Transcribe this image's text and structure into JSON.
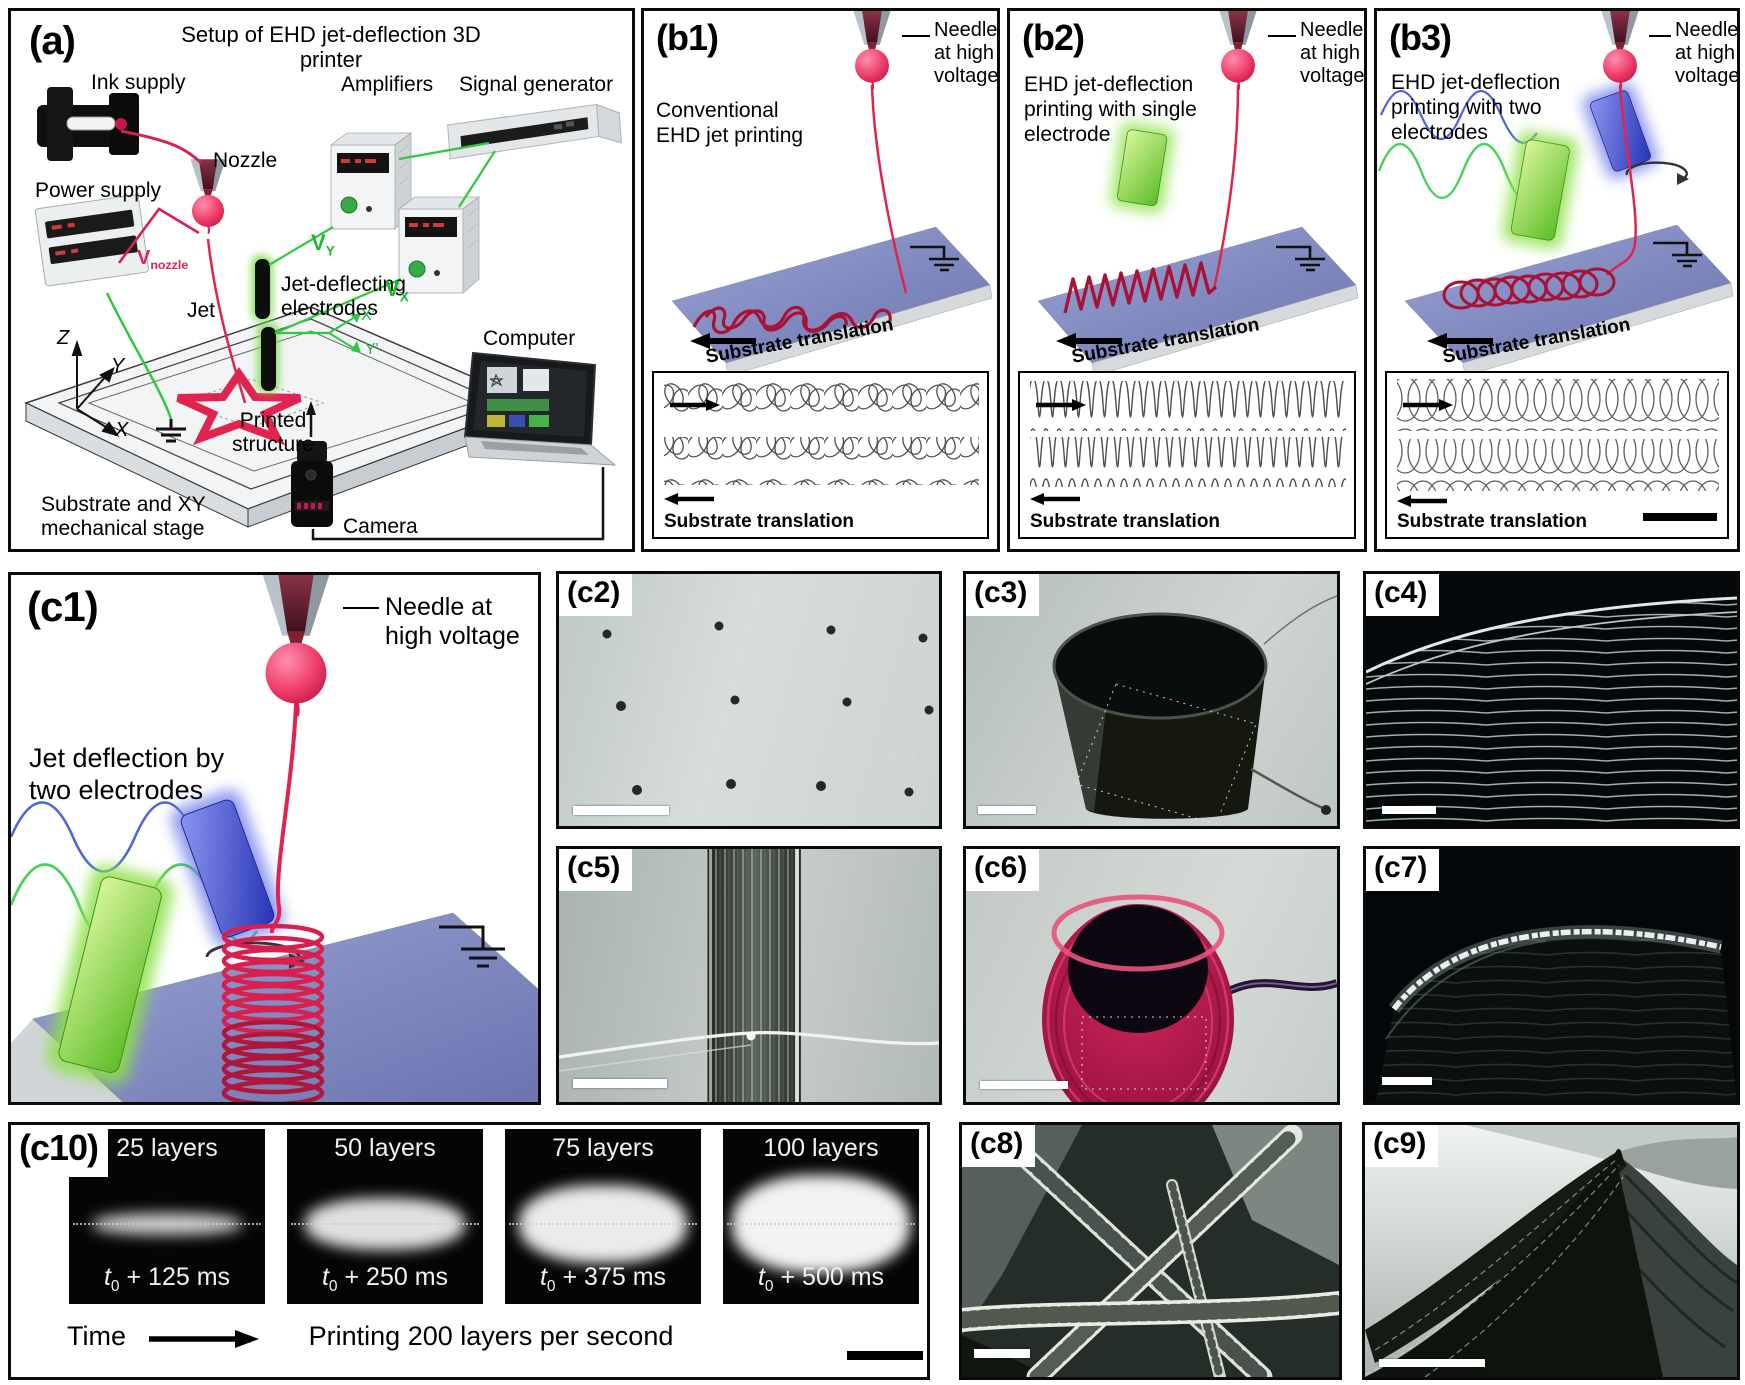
{
  "colors": {
    "jet_red": "#e0244f",
    "trace_red": "#a81236",
    "wire_green": "#2ec93e",
    "electrode_green": "#6ecf35",
    "electrode_blue": "#3944cf",
    "substrate_blue": "#7d86c2",
    "scalebar_white": "#ffffff",
    "scalebar_black": "#000000"
  },
  "common": {
    "needle_label": "Needle at high voltage",
    "substrate_translation": "Substrate translation"
  },
  "panel_a": {
    "label": "(a)",
    "title": "Setup of EHD jet-deflection 3D printer",
    "ink_supply": "Ink supply",
    "power_supply": "Power supply",
    "nozzle": "Nozzle",
    "amplifiers": "Amplifiers",
    "signal_generator": "Signal generator",
    "computer": "Computer",
    "jet": "Jet",
    "electrodes": "Jet-deflecting electrodes",
    "printed_structure": "Printed structure",
    "substrate_stage": "Substrate and XY mechanical stage",
    "camera": "Camera",
    "v_nozzle": {
      "base": "V",
      "sub": "nozzle"
    },
    "v_y": {
      "base": "V",
      "sub": "Y"
    },
    "v_x": {
      "base": "V",
      "sub": "X"
    },
    "x_prime": "X'",
    "y_prime": "Y'",
    "axes": {
      "z": "Z",
      "y": "Y",
      "x": "X"
    }
  },
  "panel_b1": {
    "label": "(b1)",
    "description": "Conventional EHD jet printing"
  },
  "panel_b2": {
    "label": "(b2)",
    "description": "EHD jet-deflection printing with single electrode"
  },
  "panel_b3": {
    "label": "(b3)",
    "description": "EHD jet-deflection printing with two electrodes"
  },
  "panel_c1": {
    "label": "(c1)",
    "description": "Jet deflection by two electrodes"
  },
  "sem_panels": {
    "c2": {
      "label": "(c2)"
    },
    "c3": {
      "label": "(c3)"
    },
    "c4": {
      "label": "(c4)"
    },
    "c5": {
      "label": "(c5)"
    },
    "c6": {
      "label": "(c6)"
    },
    "c7": {
      "label": "(c7)"
    },
    "c8": {
      "label": "(c8)"
    },
    "c9": {
      "label": "(c9)"
    }
  },
  "panel_c10": {
    "label": "(c10)",
    "frames": [
      {
        "layers": "25 layers",
        "time": {
          "base": "t",
          "sub": "0",
          "rest": " + 125 ms"
        }
      },
      {
        "layers": "50 layers",
        "time": {
          "base": "t",
          "sub": "0",
          "rest": " + 250 ms"
        }
      },
      {
        "layers": "75 layers",
        "time": {
          "base": "t",
          "sub": "0",
          "rest": " + 375 ms"
        }
      },
      {
        "layers": "100 layers",
        "time": {
          "base": "t",
          "sub": "0",
          "rest": " + 500 ms"
        }
      }
    ],
    "time_label": "Time",
    "caption": "Printing 200 layers per second"
  }
}
